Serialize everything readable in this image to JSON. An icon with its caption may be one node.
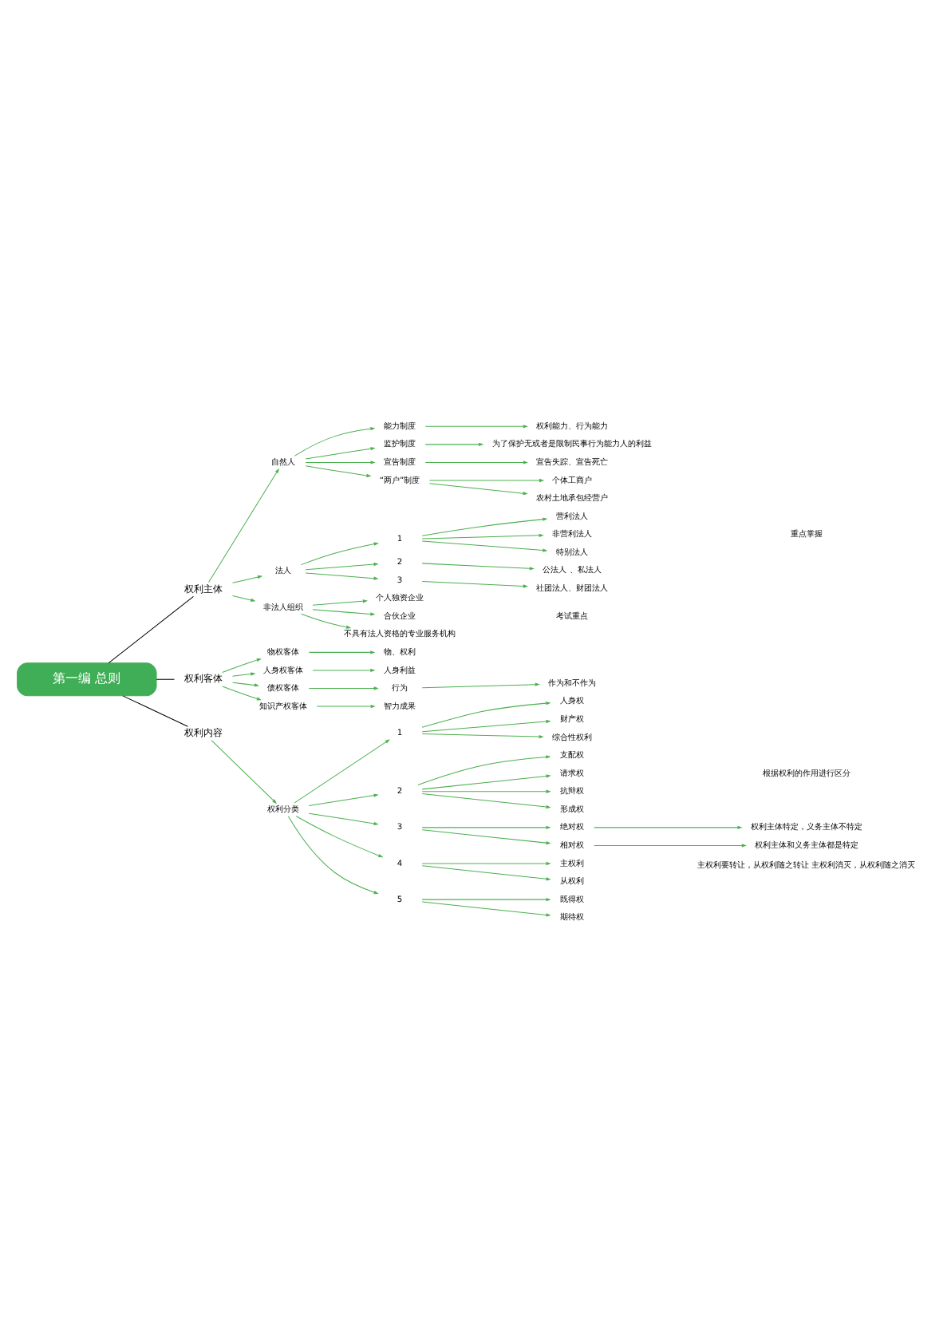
{
  "diagram": {
    "nodes": [
      {
        "text": [
          "第一编 总则"
        ]
      },
      {
        "text": [
          "权利主体"
        ]
      },
      {
        "text": [
          "自然人"
        ]
      },
      {
        "text": [
          "能力制度"
        ]
      },
      {
        "text": [
          "权利能力、行为能力"
        ]
      },
      {
        "text": [
          "监护制度"
        ]
      },
      {
        "text": [
          "为了保护无或者是限制民事行为能力人的利益"
        ]
      },
      {
        "text": [
          "宣告制度"
        ]
      },
      {
        "text": [
          "宣告失踪、宣告死亡"
        ]
      },
      {
        "text": [
          "“两户”制度"
        ]
      },
      {
        "text": [
          "个体工商户"
        ]
      },
      {
        "text": [
          "农村土地承包经营户"
        ]
      },
      {
        "text": [
          "法人"
        ]
      },
      {
        "text": [
          "1"
        ]
      },
      {
        "text": [
          "营利法人"
        ]
      },
      {
        "text": [
          "非营利法人"
        ]
      },
      {
        "text": [
          "特别法人"
        ]
      },
      {
        "text": [
          "2"
        ]
      },
      {
        "text": [
          "公法人 、私法人"
        ]
      },
      {
        "text": [
          "3"
        ]
      },
      {
        "text": [
          "社团法人、财团法人"
        ]
      },
      {
        "text": [
          "非法人组织"
        ]
      },
      {
        "text": [
          "个人独资企业"
        ]
      },
      {
        "text": [
          "合伙企业"
        ]
      },
      {
        "text": [
          "不具有法人资格的专业服务机构"
        ]
      },
      {
        "text": [
          "权利客体"
        ]
      },
      {
        "text": [
          "物权客体"
        ]
      },
      {
        "text": [
          "物、权利"
        ]
      },
      {
        "text": [
          "人身权客体"
        ]
      },
      {
        "text": [
          "人身利益"
        ]
      },
      {
        "text": [
          "债权客体"
        ]
      },
      {
        "text": [
          "行为"
        ]
      },
      {
        "text": [
          "作为和不作为"
        ]
      },
      {
        "text": [
          "知识产权客体"
        ]
      },
      {
        "text": [
          "智力成果"
        ]
      },
      {
        "text": [
          "权利内容"
        ]
      },
      {
        "text": [
          "权利分类"
        ]
      },
      {
        "text": [
          "1"
        ]
      },
      {
        "text": [
          "人身权"
        ]
      },
      {
        "text": [
          "财产权"
        ]
      },
      {
        "text": [
          "综合性权利"
        ]
      },
      {
        "text": [
          "2"
        ]
      },
      {
        "text": [
          "支配权"
        ]
      },
      {
        "text": [
          "请求权"
        ]
      },
      {
        "text": [
          "抗辩权"
        ]
      },
      {
        "text": [
          "形成权"
        ]
      },
      {
        "text": [
          "3"
        ]
      },
      {
        "text": [
          "绝对权"
        ]
      },
      {
        "text": [
          "权利主体特定，义务主体不特定"
        ]
      },
      {
        "text": [
          "相对权"
        ]
      },
      {
        "text": [
          "权利主体和义务主体都是特定"
        ]
      },
      {
        "text": [
          "4"
        ]
      },
      {
        "text": [
          "主权利"
        ]
      },
      {
        "text": [
          "从权利"
        ]
      },
      {
        "text": [
          "5"
        ]
      },
      {
        "text": [
          "既得权"
        ]
      },
      {
        "text": [
          "期待权"
        ]
      }
    ],
    "edges": [
      {
        "from": 0,
        "to": 1,
        "arrow": "none",
        "color": "#000000"
      },
      {
        "from": 1,
        "to": 2,
        "arrow": "to"
      },
      {
        "from": 2,
        "to": 3,
        "arrow": "to"
      },
      {
        "from": 3,
        "to": 4,
        "arrow": "to"
      },
      {
        "from": 2,
        "to": 5,
        "arrow": "to"
      },
      {
        "from": 5,
        "to": 6,
        "arrow": "to"
      },
      {
        "from": 2,
        "to": 7,
        "arrow": "to"
      },
      {
        "from": 7,
        "to": 8,
        "arrow": "to"
      },
      {
        "from": 2,
        "to": 9,
        "arrow": "to"
      },
      {
        "from": 9,
        "to": 10,
        "arrow": "to"
      },
      {
        "from": 9,
        "to": 11,
        "arrow": "to"
      },
      {
        "from": 1,
        "to": 12,
        "arrow": "to"
      },
      {
        "from": 12,
        "to": 13,
        "arrow": "to"
      },
      {
        "from": 13,
        "to": 14,
        "arrow": "to"
      },
      {
        "from": 13,
        "to": 15,
        "arrow": "to"
      },
      {
        "from": 13,
        "to": 16,
        "arrow": "to"
      },
      {
        "from": 12,
        "to": 17,
        "arrow": "to"
      },
      {
        "from": 17,
        "to": 18,
        "arrow": "to"
      },
      {
        "from": 12,
        "to": 19,
        "arrow": "to"
      },
      {
        "from": 19,
        "to": 20,
        "arrow": "to"
      },
      {
        "from": 1,
        "to": 21,
        "arrow": "to"
      },
      {
        "from": 21,
        "to": 22,
        "arrow": "to"
      },
      {
        "from": 21,
        "to": 23,
        "arrow": "to"
      },
      {
        "from": 21,
        "to": 24,
        "arrow": "to"
      },
      {
        "from": 0,
        "to": 25,
        "arrow": "none",
        "color": "#000000"
      },
      {
        "from": 25,
        "to": 26,
        "arrow": "to"
      },
      {
        "from": 26,
        "to": 27,
        "arrow": "to"
      },
      {
        "from": 25,
        "to": 28,
        "arrow": "to"
      },
      {
        "from": 28,
        "to": 29,
        "arrow": "to"
      },
      {
        "from": 25,
        "to": 30,
        "arrow": "to"
      },
      {
        "from": 30,
        "to": 31,
        "arrow": "to"
      },
      {
        "from": 31,
        "to": 32,
        "arrow": "to"
      },
      {
        "from": 25,
        "to": 33,
        "arrow": "to"
      },
      {
        "from": 33,
        "to": 34,
        "arrow": "to"
      },
      {
        "from": 0,
        "to": 35,
        "arrow": "none",
        "color": "#000000"
      },
      {
        "from": 35,
        "to": 36,
        "arrow": "to"
      },
      {
        "from": 36,
        "to": 37,
        "arrow": "to"
      },
      {
        "from": 37,
        "to": 38,
        "arrow": "to"
      },
      {
        "from": 37,
        "to": 39,
        "arrow": "to"
      },
      {
        "from": 37,
        "to": 40,
        "arrow": "to"
      },
      {
        "from": 36,
        "to": 41,
        "arrow": "to"
      },
      {
        "from": 41,
        "to": 42,
        "arrow": "to"
      },
      {
        "from": 41,
        "to": 43,
        "arrow": "to"
      },
      {
        "from": 41,
        "to": 44,
        "arrow": "to"
      },
      {
        "from": 41,
        "to": 45,
        "arrow": "to"
      },
      {
        "from": 36,
        "to": 46,
        "arrow": "to"
      },
      {
        "from": 46,
        "to": 47,
        "arrow": "to"
      },
      {
        "from": 47,
        "to": 48,
        "arrow": "to"
      },
      {
        "from": 46,
        "to": 49,
        "arrow": "to"
      },
      {
        "from": 49,
        "to": 50,
        "arrow": "to"
      },
      {
        "from": 36,
        "to": 51,
        "arrow": "to"
      },
      {
        "from": 51,
        "to": 52,
        "arrow": "to"
      },
      {
        "from": 51,
        "to": 53,
        "arrow": "to"
      },
      {
        "from": 36,
        "to": 54,
        "arrow": "to"
      },
      {
        "from": 54,
        "to": 55,
        "arrow": "to"
      },
      {
        "from": 54,
        "to": 56,
        "arrow": "to"
      }
    ],
    "labels": [
      "重点掌握",
      "考试重点",
      "根据权利的作用进行区分",
      "主权利要转让，从权利随之转让 主权利消灭，从权利随之消灭"
    ]
  }
}
